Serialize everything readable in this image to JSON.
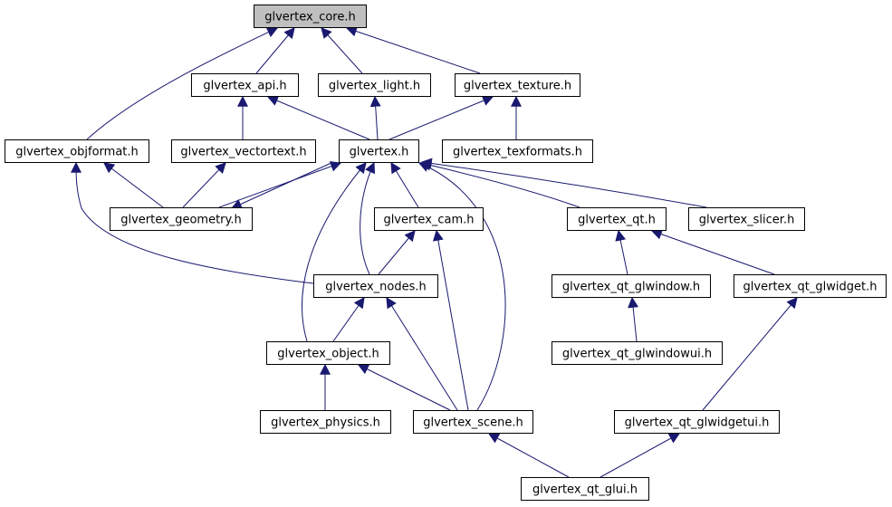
{
  "colors": {
    "edge": "#191970",
    "node_border": "#000000",
    "node_fill": "#ffffff",
    "root_fill": "#bfbfbf",
    "text": "#000000"
  },
  "nodes": [
    {
      "id": "core",
      "label": "glvertex_core.h",
      "root": true
    },
    {
      "id": "api",
      "label": "glvertex_api.h"
    },
    {
      "id": "light",
      "label": "glvertex_light.h"
    },
    {
      "id": "texture",
      "label": "glvertex_texture.h"
    },
    {
      "id": "objformat",
      "label": "glvertex_objformat.h"
    },
    {
      "id": "vectortext",
      "label": "glvertex_vectortext.h"
    },
    {
      "id": "glvertex",
      "label": "glvertex.h"
    },
    {
      "id": "texformats",
      "label": "glvertex_texformats.h"
    },
    {
      "id": "geometry",
      "label": "glvertex_geometry.h"
    },
    {
      "id": "cam",
      "label": "glvertex_cam.h"
    },
    {
      "id": "qt",
      "label": "glvertex_qt.h"
    },
    {
      "id": "slicer",
      "label": "glvertex_slicer.h"
    },
    {
      "id": "nodes",
      "label": "glvertex_nodes.h"
    },
    {
      "id": "qt_glwindow",
      "label": "glvertex_qt_glwindow.h"
    },
    {
      "id": "qt_glwidget",
      "label": "glvertex_qt_glwidget.h"
    },
    {
      "id": "object",
      "label": "glvertex_object.h"
    },
    {
      "id": "qt_glwindowui",
      "label": "glvertex_qt_glwindowui.h"
    },
    {
      "id": "physics",
      "label": "glvertex_physics.h"
    },
    {
      "id": "scene",
      "label": "glvertex_scene.h"
    },
    {
      "id": "qt_glwidgetui",
      "label": "glvertex_qt_glwidgetui.h"
    },
    {
      "id": "qt_glui",
      "label": "glvertex_qt_glui.h"
    }
  ],
  "edges": [
    {
      "from": "api",
      "to": "core"
    },
    {
      "from": "light",
      "to": "core"
    },
    {
      "from": "texture",
      "to": "core"
    },
    {
      "from": "objformat",
      "to": "core"
    },
    {
      "from": "vectortext",
      "to": "api"
    },
    {
      "from": "glvertex",
      "to": "api"
    },
    {
      "from": "glvertex",
      "to": "light"
    },
    {
      "from": "glvertex",
      "to": "texture"
    },
    {
      "from": "texformats",
      "to": "texture"
    },
    {
      "from": "geometry",
      "to": "objformat"
    },
    {
      "from": "nodes",
      "to": "objformat"
    },
    {
      "from": "geometry",
      "to": "vectortext"
    },
    {
      "from": "geometry",
      "to": "glvertex"
    },
    {
      "from": "glvertex",
      "to": "geometry"
    },
    {
      "from": "cam",
      "to": "glvertex"
    },
    {
      "from": "qt",
      "to": "glvertex"
    },
    {
      "from": "slicer",
      "to": "glvertex"
    },
    {
      "from": "nodes",
      "to": "glvertex"
    },
    {
      "from": "object",
      "to": "glvertex"
    },
    {
      "from": "scene",
      "to": "glvertex"
    },
    {
      "from": "nodes",
      "to": "cam"
    },
    {
      "from": "scene",
      "to": "cam"
    },
    {
      "from": "object",
      "to": "nodes"
    },
    {
      "from": "scene",
      "to": "nodes"
    },
    {
      "from": "physics",
      "to": "object"
    },
    {
      "from": "scene",
      "to": "object"
    },
    {
      "from": "qt_glwindow",
      "to": "qt"
    },
    {
      "from": "qt_glwidget",
      "to": "qt"
    },
    {
      "from": "qt_glwindowui",
      "to": "qt_glwindow"
    },
    {
      "from": "qt_glwidgetui",
      "to": "qt_glwidget"
    },
    {
      "from": "qt_glui",
      "to": "scene"
    },
    {
      "from": "qt_glui",
      "to": "qt_glwidgetui"
    }
  ]
}
